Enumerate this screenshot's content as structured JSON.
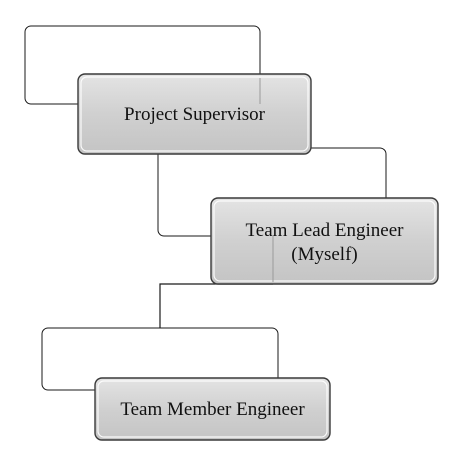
{
  "diagram": {
    "nodes": [
      {
        "id": "supervisor",
        "lines": [
          "Project Supervisor"
        ]
      },
      {
        "id": "team-lead",
        "lines": [
          "Team Lead Engineer",
          "(Myself)"
        ]
      },
      {
        "id": "team-member",
        "lines": [
          "Team Member Engineer"
        ]
      }
    ],
    "colors": {
      "box_fill": "#cfcfcf",
      "box_stroke": "#3a3a3a",
      "outline_stroke": "#1a1a1a",
      "connector_stroke": "#1a1a1a",
      "highlight": "#ffffff"
    }
  }
}
